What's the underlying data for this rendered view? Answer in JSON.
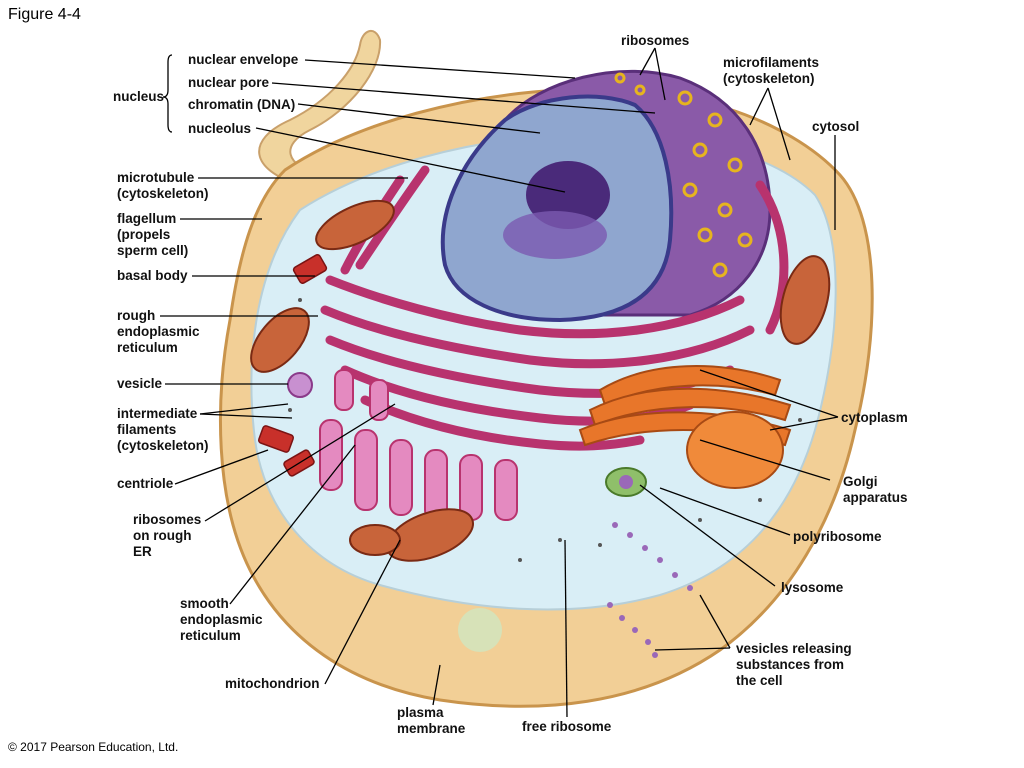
{
  "figure": {
    "title": "Figure 4-4",
    "copyright": "© 2017 Pearson Education, Ltd."
  },
  "labels": {
    "nucleus": "nucleus",
    "nuclear_envelope": "nuclear envelope",
    "nuclear_pore": "nuclear pore",
    "chromatin": "chromatin (DNA)",
    "nucleolus": "nucleolus",
    "microtubule": "microtubule\n(cytoskeleton)",
    "flagellum": "flagellum\n(propels\nsperm cell)",
    "basal_body": "basal body",
    "rough_er": "rough\nendoplasmic\nreticulum",
    "vesicle": "vesicle",
    "intermediate_filaments": "intermediate\nfilaments\n(cytoskeleton)",
    "centriole": "centriole",
    "ribosomes_on_rough_er": "ribosomes\non rough\nER",
    "smooth_er": "smooth\nendoplasmic\nreticulum",
    "mitochondrion": "mitochondrion",
    "plasma_membrane": "plasma\nmembrane",
    "free_ribosome": "free ribosome",
    "ribosomes": "ribosomes",
    "microfilaments": "microfilaments\n(cytoskeleton)",
    "cytosol": "cytosol",
    "cytoplasm": "cytoplasm",
    "golgi": "Golgi\napparatus",
    "polyribosome": "polyribosome",
    "lysosome": "lysosome",
    "vesicles_releasing": "vesicles releasing\nsubstances from\nthe cell"
  },
  "colors": {
    "membrane": "#f2cf96",
    "cytosol": "#d9eef6",
    "nucleus": "#8fa6cf",
    "nucleolus": "#4a2a7a",
    "nuclear_envelope_cut": "#8a5aa8",
    "rough_er": "#b8336e",
    "smooth_er": "#e48ac0",
    "golgi": "#e8762a",
    "mitochondrion": "#b8502e",
    "centriole": "#c8302a",
    "lysosome": "#8fbf6a",
    "ribosome": "#e6b41e",
    "vesicle": "#9a68b8"
  }
}
